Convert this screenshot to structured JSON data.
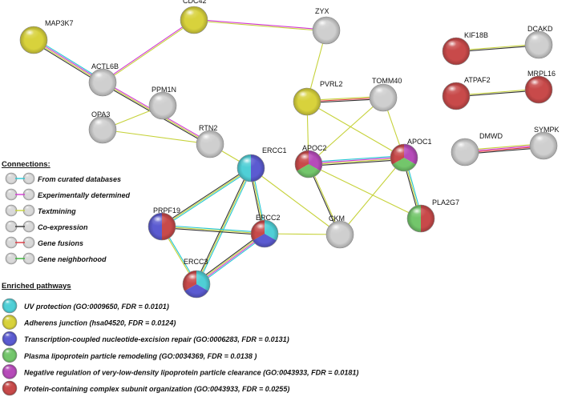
{
  "network": {
    "nodes": [
      {
        "id": "MAP3K7",
        "label": "MAP3K7",
        "colors": [
          "#d8d23c"
        ]
      },
      {
        "id": "CDC42",
        "label": "CDC42",
        "colors": [
          "#d8d23c"
        ]
      },
      {
        "id": "ZYX",
        "label": "ZYX",
        "colors": [
          "#cfcfcf"
        ]
      },
      {
        "id": "ACTL6B",
        "label": "ACTL6B",
        "colors": [
          "#cfcfcf"
        ]
      },
      {
        "id": "PPM1N",
        "label": "PPM1N",
        "colors": [
          "#cfcfcf"
        ]
      },
      {
        "id": "OPA3",
        "label": "OPA3",
        "colors": [
          "#cfcfcf"
        ]
      },
      {
        "id": "RTN2",
        "label": "RTN2",
        "colors": [
          "#cfcfcf"
        ]
      },
      {
        "id": "PVRL2",
        "label": "PVRL2",
        "colors": [
          "#d8d23c"
        ]
      },
      {
        "id": "TOMM40",
        "label": "TOMM40",
        "colors": [
          "#cfcfcf"
        ]
      },
      {
        "id": "KIF18B",
        "label": "KIF18B",
        "colors": [
          "#c84a4a"
        ]
      },
      {
        "id": "DCAKD",
        "label": "DCAKD",
        "colors": [
          "#cfcfcf"
        ]
      },
      {
        "id": "ATPAF2",
        "label": "ATPAF2",
        "colors": [
          "#c84a4a"
        ]
      },
      {
        "id": "MRPL16",
        "label": "MRPL16",
        "colors": [
          "#c84a4a"
        ]
      },
      {
        "id": "ERCC1",
        "label": "ERCC1",
        "colors": [
          "#5b5bd1",
          "#4fcfd6"
        ]
      },
      {
        "id": "APOC2",
        "label": "APOC2",
        "colors": [
          "#b64bb9",
          "#73c66b",
          "#c84a4a"
        ]
      },
      {
        "id": "APOC1",
        "label": "APOC1",
        "colors": [
          "#b64bb9",
          "#73c66b",
          "#c84a4a"
        ]
      },
      {
        "id": "DMWD",
        "label": "DMWD",
        "colors": [
          "#cfcfcf"
        ]
      },
      {
        "id": "SYMPK",
        "label": "SYMPK",
        "colors": [
          "#cfcfcf"
        ]
      },
      {
        "id": "PLA2G7",
        "label": "PLA2G7",
        "colors": [
          "#c84a4a",
          "#73c66b"
        ]
      },
      {
        "id": "PRPF19",
        "label": "PRPF19",
        "colors": [
          "#c84a4a",
          "#5b5bd1"
        ]
      },
      {
        "id": "ERCC2",
        "label": "ERCC2",
        "colors": [
          "#4fcfd6",
          "#5b5bd1",
          "#c84a4a"
        ]
      },
      {
        "id": "CKM",
        "label": "CKM",
        "colors": [
          "#cfcfcf"
        ]
      },
      {
        "id": "ERCC3",
        "label": "ERCC3",
        "colors": [
          "#4fcfd6",
          "#5b5bd1",
          "#c84a4a"
        ]
      }
    ],
    "edges": [
      {
        "source": "MAP3K7",
        "target": "ACTL6B",
        "types": [
          "curated",
          "experimental",
          "textmining",
          "coexpression"
        ]
      },
      {
        "source": "ACTL6B",
        "target": "CDC42",
        "types": [
          "experimental",
          "textmining"
        ]
      },
      {
        "source": "CDC42",
        "target": "ZYX",
        "types": [
          "experimental",
          "textmining"
        ]
      },
      {
        "source": "ACTL6B",
        "target": "RTN2",
        "types": [
          "experimental",
          "textmining",
          "coexpression"
        ]
      },
      {
        "source": "OPA3",
        "target": "RTN2",
        "types": [
          "textmining"
        ]
      },
      {
        "source": "OPA3",
        "target": "PPM1N",
        "types": [
          "textmining"
        ]
      },
      {
        "source": "RTN2",
        "target": "ERCC1",
        "types": [
          "textmining"
        ]
      },
      {
        "source": "ZYX",
        "target": "PVRL2",
        "types": [
          "textmining"
        ]
      },
      {
        "source": "PVRL2",
        "target": "TOMM40",
        "types": [
          "textmining",
          "gene_fusion",
          "coexpression"
        ]
      },
      {
        "source": "PVRL2",
        "target": "APOC2",
        "types": [
          "textmining"
        ]
      },
      {
        "source": "PVRL2",
        "target": "APOC1",
        "types": [
          "textmining"
        ]
      },
      {
        "source": "TOMM40",
        "target": "APOC2",
        "types": [
          "textmining"
        ]
      },
      {
        "source": "TOMM40",
        "target": "APOC1",
        "types": [
          "textmining"
        ]
      },
      {
        "source": "APOC2",
        "target": "APOC1",
        "types": [
          "curated",
          "experimental",
          "textmining",
          "coexpression"
        ]
      },
      {
        "source": "APOC2",
        "target": "PLA2G7",
        "types": [
          "textmining"
        ]
      },
      {
        "source": "APOC1",
        "target": "PLA2G7",
        "types": [
          "curated",
          "textmining",
          "coexpression"
        ]
      },
      {
        "source": "APOC2",
        "target": "CKM",
        "types": [
          "textmining",
          "coexpression"
        ]
      },
      {
        "source": "APOC1",
        "target": "CKM",
        "types": [
          "textmining"
        ]
      },
      {
        "source": "CKM",
        "target": "ERCC1",
        "types": [
          "textmining"
        ]
      },
      {
        "source": "CKM",
        "target": "ERCC2",
        "types": [
          "textmining"
        ]
      },
      {
        "source": "ERCC1",
        "target": "PRPF19",
        "types": [
          "curated",
          "textmining",
          "coexpression"
        ]
      },
      {
        "source": "ERCC1",
        "target": "ERCC2",
        "types": [
          "curated",
          "textmining",
          "coexpression"
        ]
      },
      {
        "source": "ERCC1",
        "target": "ERCC3",
        "types": [
          "curated",
          "textmining",
          "coexpression"
        ]
      },
      {
        "source": "PRPF19",
        "target": "ERCC2",
        "types": [
          "curated",
          "textmining",
          "coexpression"
        ]
      },
      {
        "source": "PRPF19",
        "target": "ERCC3",
        "types": [
          "curated",
          "textmining"
        ]
      },
      {
        "source": "ERCC2",
        "target": "ERCC3",
        "types": [
          "curated",
          "experimental",
          "textmining",
          "coexpression"
        ]
      },
      {
        "source": "KIF18B",
        "target": "DCAKD",
        "types": [
          "textmining",
          "coexpression"
        ]
      },
      {
        "source": "ATPAF2",
        "target": "MRPL16",
        "types": [
          "textmining",
          "coexpression"
        ]
      },
      {
        "source": "DMWD",
        "target": "SYMPK",
        "types": [
          "textmining",
          "experimental",
          "gene_fusion",
          "coexpression"
        ]
      }
    ]
  },
  "edge_colors": {
    "curated": "#27c7d4",
    "experimental": "#d238d2",
    "textmining": "#c6d23a",
    "coexpression": "#333333",
    "gene_fusion": "#e0343d",
    "gene_neighborhood": "#34b134"
  },
  "legend": {
    "connections_title": "Connections:",
    "connections": [
      {
        "key": "curated",
        "label": "From curated databases"
      },
      {
        "key": "experimental",
        "label": "Experimentally determined"
      },
      {
        "key": "textmining",
        "label": "Textmining"
      },
      {
        "key": "coexpression",
        "label": "Co-expression"
      },
      {
        "key": "gene_fusion",
        "label": "Gene fusions"
      },
      {
        "key": "gene_neighborhood",
        "label": "Gene neighborhood"
      }
    ],
    "pathways_title": "Enriched pathways",
    "pathways": [
      {
        "color": "#4fcfd6",
        "label": "UV protection (GO:0009650, FDR = 0.0101)"
      },
      {
        "color": "#d8d23c",
        "label": "Adherens junction (hsa04520, FDR = 0.0124)"
      },
      {
        "color": "#5b5bd1",
        "label": "Transcription-coupled nucleotide-excision repair (GO:0006283, FDR = 0.0131)"
      },
      {
        "color": "#73c66b",
        "label": "Plasma lipoprotein particle remodeling (GO:0034369, FDR = 0.0138 )"
      },
      {
        "color": "#b64bb9",
        "label": "Negative regulation of very-low-density lipoprotein particle clearance (GO:0043933, FDR = 0.0181)"
      },
      {
        "color": "#c84a4a",
        "label": "Protein-containing complex subunit organization (GO:0043933, FDR = 0.0255)"
      }
    ]
  }
}
